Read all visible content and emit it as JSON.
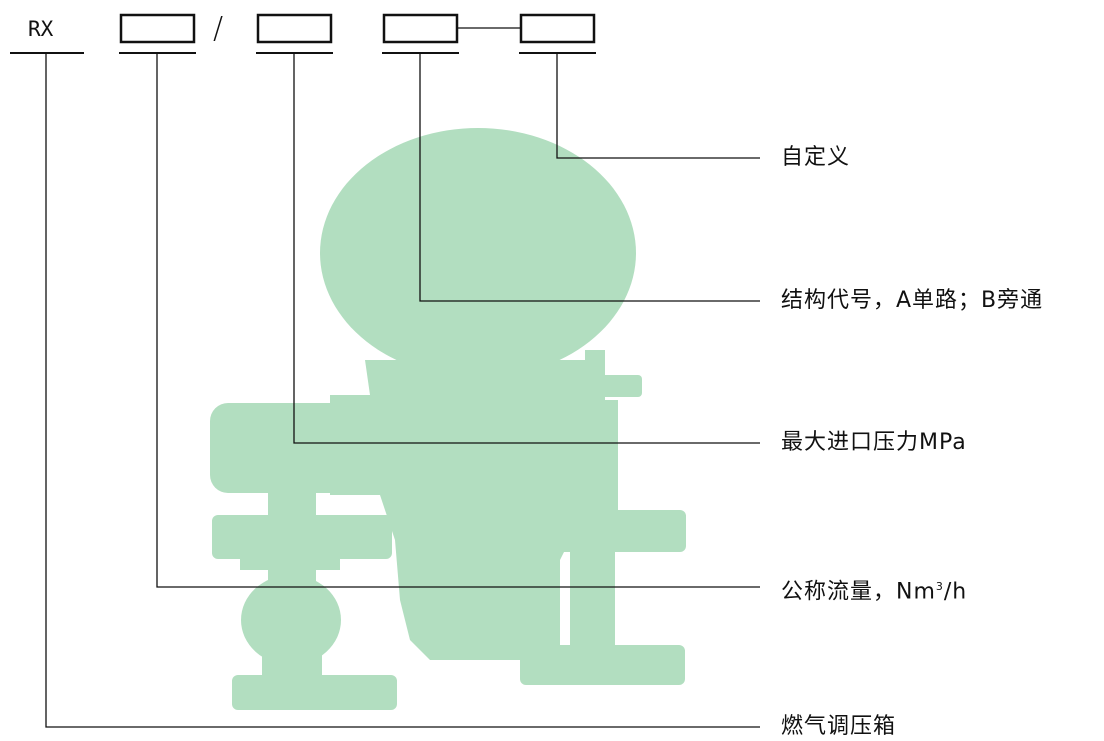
{
  "code": {
    "prefix": "RX",
    "separator": "/"
  },
  "labels": {
    "custom": "自定义",
    "structure": "结构代号，A单路；B旁通",
    "max_pressure": "最大进口压力MPa",
    "flow_main": "公称流量，Nm",
    "flow_sup": "3",
    "flow_tail": "/h",
    "cabinet": "燃气调压箱"
  },
  "colors": {
    "silhouette": "#b2dec0",
    "line": "#111111"
  }
}
